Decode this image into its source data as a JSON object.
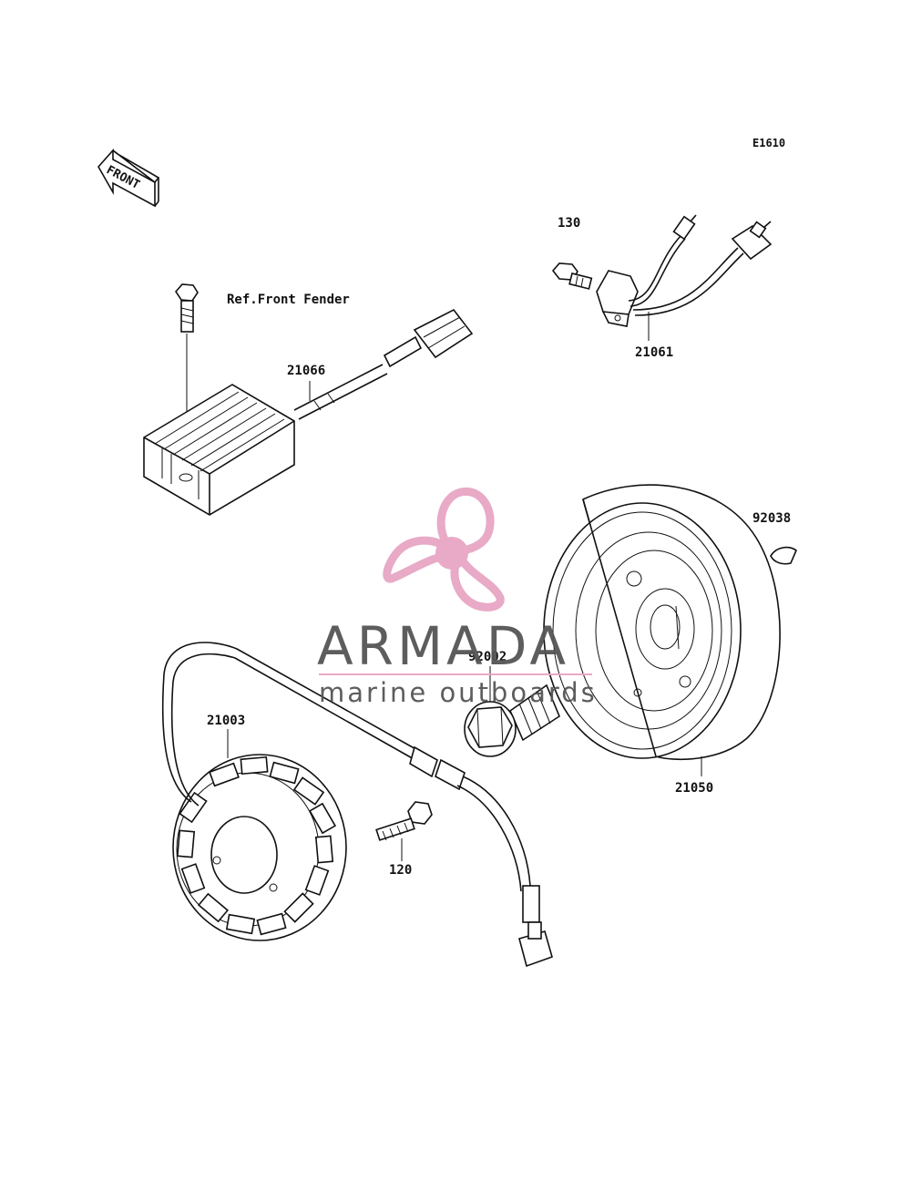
{
  "diagram": {
    "code": "E1610",
    "front_label": "FRONT",
    "reference_note": "Ref.Front Fender",
    "parts": [
      {
        "id": "130"
      },
      {
        "id": "21061"
      },
      {
        "id": "21066"
      },
      {
        "id": "92038"
      },
      {
        "id": "92002"
      },
      {
        "id": "21003"
      },
      {
        "id": "21050"
      },
      {
        "id": "120"
      }
    ]
  },
  "watermark": {
    "brand": "ARMADA",
    "tagline": "marine outboards",
    "colors": {
      "propeller": "#e7a6c4",
      "text": "#555555",
      "rule": "#e7a6c4"
    }
  }
}
